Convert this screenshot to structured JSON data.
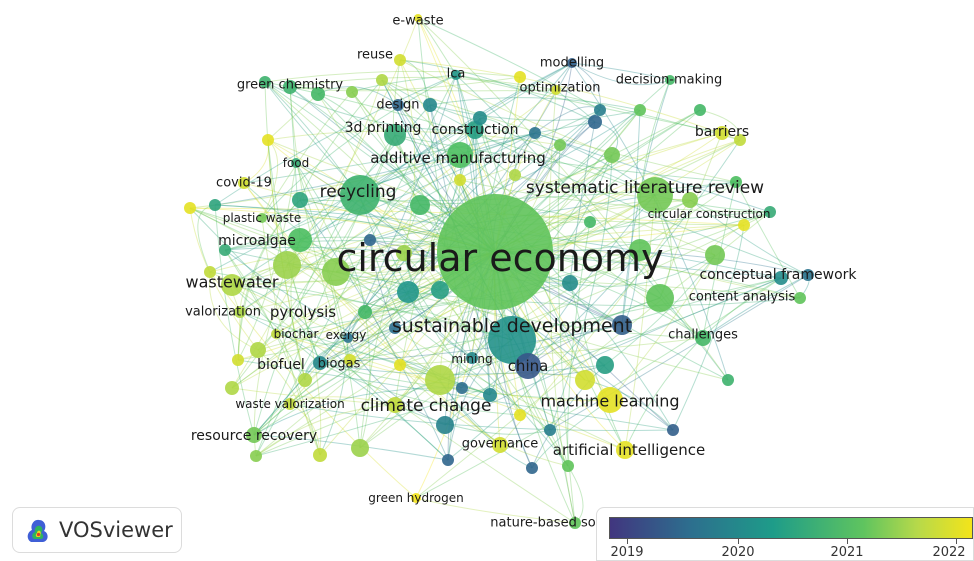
{
  "app": {
    "name": "VOSviewer"
  },
  "colors": {
    "c19": "#434a8c",
    "c20": "#2a8e8e",
    "c21": "#4cc05a",
    "c22": "#f2e21b",
    "main": "#74cc4c"
  },
  "network": {
    "nodes": [
      {
        "id": "circular-economy",
        "label": "circular economy",
        "year": 2021.2
      },
      {
        "id": "sustainable-development",
        "label": "sustainable development",
        "year": 2020.4
      },
      {
        "id": "systematic-literature-review",
        "label": "systematic literature review",
        "year": 2021.3
      },
      {
        "id": "recycling",
        "label": "recycling",
        "year": 2020.9
      },
      {
        "id": "additive-manufacturing",
        "label": "additive manufacturing",
        "year": 2021.1
      },
      {
        "id": "climate-change",
        "label": "climate change",
        "year": 2021.6
      },
      {
        "id": "machine-learning",
        "label": "machine learning",
        "year": 2021.9
      },
      {
        "id": "wastewater",
        "label": "wastewater",
        "year": 2021.6
      },
      {
        "id": "pyrolysis",
        "label": "pyrolysis",
        "year": 2021.5
      },
      {
        "id": "china",
        "label": "china",
        "year": 2019.4
      },
      {
        "id": "artificial-intelligence",
        "label": "artificial intelligence",
        "year": 2021.9
      },
      {
        "id": "resource-recovery",
        "label": "resource recovery",
        "year": 2021.3
      },
      {
        "id": "biofuel",
        "label": "biofuel",
        "year": 2021.6
      },
      {
        "id": "biogas",
        "label": "biogas",
        "year": 2020.2
      },
      {
        "id": "3d-printing",
        "label": "3d printing",
        "year": 2020.8
      },
      {
        "id": "construction",
        "label": "construction",
        "year": 2020.6
      },
      {
        "id": "microalgae",
        "label": "microalgae",
        "year": 2021.1
      },
      {
        "id": "conceptual-framework",
        "label": "conceptual framework",
        "year": 2020.3
      },
      {
        "id": "content-analysis",
        "label": "content analysis",
        "year": 2021.2
      },
      {
        "id": "challenges",
        "label": "challenges",
        "year": 2021.0
      },
      {
        "id": "barriers",
        "label": "barriers",
        "year": 2021.8
      },
      {
        "id": "circular-construction",
        "label": "circular construction",
        "year": 2021.9
      },
      {
        "id": "decision-making",
        "label": "decision-making",
        "year": 2021.0
      },
      {
        "id": "modelling",
        "label": "modelling",
        "year": 2019.5
      },
      {
        "id": "optimization",
        "label": "optimization",
        "year": 2021.8
      },
      {
        "id": "lca",
        "label": "lca",
        "year": 2020.5
      },
      {
        "id": "reuse",
        "label": "reuse",
        "year": 2021.8
      },
      {
        "id": "e-waste",
        "label": "e-waste",
        "year": 2021.9
      },
      {
        "id": "green-chemistry",
        "label": "green chemistry",
        "year": 2020.9
      },
      {
        "id": "design",
        "label": "design",
        "year": 2019.6
      },
      {
        "id": "food",
        "label": "food",
        "year": 2020.8
      },
      {
        "id": "covid-19",
        "label": "covid-19",
        "year": 2021.8
      },
      {
        "id": "plastic-waste",
        "label": "plastic waste",
        "year": 2021.3
      },
      {
        "id": "valorization",
        "label": "valorization",
        "year": 2021.6
      },
      {
        "id": "biochar",
        "label": "biochar",
        "year": 2021.7
      },
      {
        "id": "exergy",
        "label": "exergy",
        "year": 2019.8
      },
      {
        "id": "mining",
        "label": "mining",
        "year": 2020.2
      },
      {
        "id": "waste-valorization",
        "label": "waste valorization",
        "year": 2021.7
      },
      {
        "id": "governance",
        "label": "governance",
        "year": 2021.8
      },
      {
        "id": "green-hydrogen",
        "label": "green hydrogen",
        "year": 2022.0
      },
      {
        "id": "nature-based-solutions",
        "label": "nature-based so",
        "year": 2021.2
      }
    ]
  },
  "legend": {
    "ticks": [
      "2019",
      "2020",
      "2021",
      "2022"
    ]
  }
}
